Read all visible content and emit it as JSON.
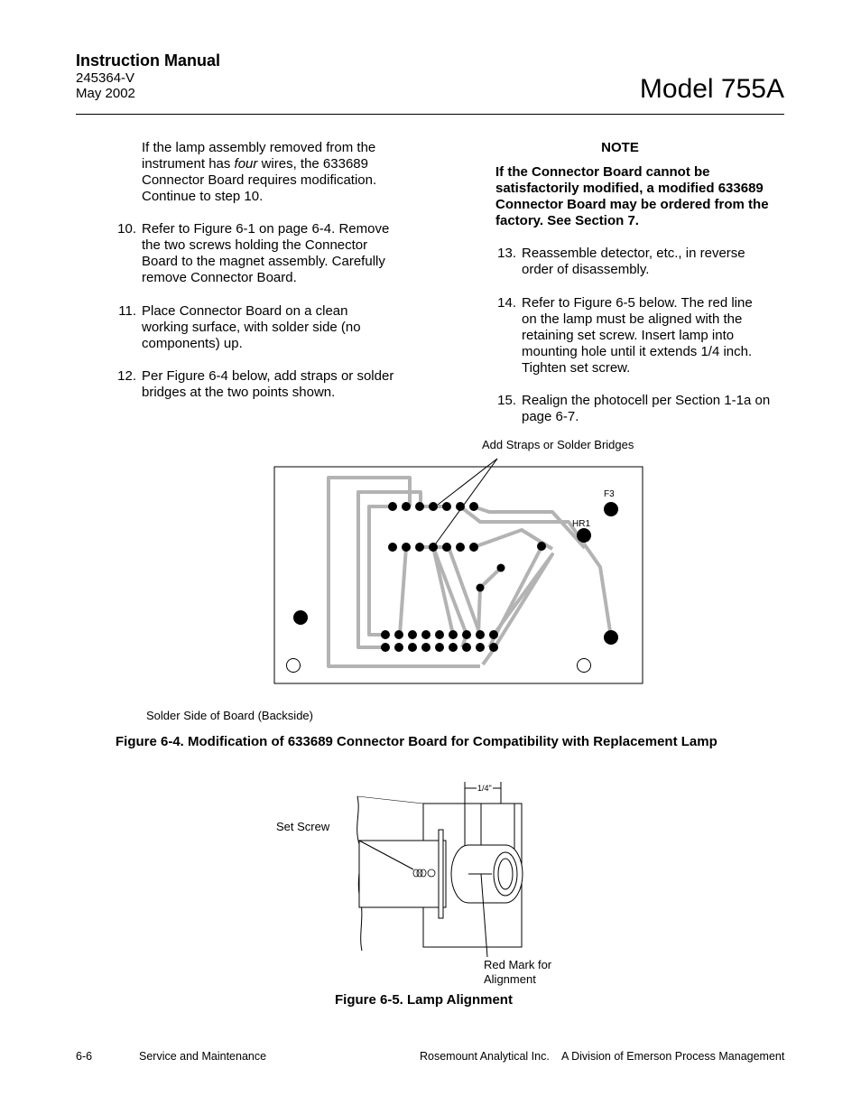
{
  "header": {
    "title": "Instruction Manual",
    "doc_number": "245364-V",
    "date": "May 2002",
    "model": "Model 755A"
  },
  "left_column": {
    "intro_lines": [
      "If the lamp assembly removed from the",
      "Connector Board requires modification.",
      "Continue to step 10."
    ],
    "intro_line1_pre": "instrument has ",
    "intro_line1_em": "four",
    "intro_line1_post": " wires, the 633689",
    "steps": [
      {
        "num": "10.",
        "lines": [
          "Refer to Figure 6-1 on page 6-4.  Remove",
          "the two screws holding the Connector",
          "Board to the magnet assembly.  Carefully",
          "remove Connector Board."
        ]
      },
      {
        "num": "11.",
        "lines": [
          "Place Connector Board on a clean",
          "working surface, with solder side (no",
          "components) up."
        ]
      },
      {
        "num": "12.",
        "lines": [
          "Per Figure 6-4 below, add straps or solder",
          "bridges at the two points shown."
        ]
      }
    ]
  },
  "right_column": {
    "note_title": "NOTE",
    "note_lines": [
      "If the Connector Board cannot be",
      "satisfactorily modified, a modified 633689",
      "Connector Board may be ordered from the",
      "factory.  See Section 7."
    ],
    "steps": [
      {
        "num": "13.",
        "lines": [
          "Reassemble detector, etc., in reverse",
          "order of disassembly."
        ]
      },
      {
        "num": "14.",
        "lines": [
          "Refer to Figure 6-5 below.  The red line",
          "on the lamp must be aligned with the",
          "retaining set screw.  Insert lamp into",
          "mounting hole until it extends 1/4 inch.",
          "Tighten set screw."
        ]
      },
      {
        "num": "15.",
        "lines": [
          "Realign the photocell per Section 1-1a on",
          "page 6-7."
        ]
      }
    ]
  },
  "figure_6_4": {
    "callout": "Add Straps or Solder Bridges",
    "label_f3": "F3",
    "label_hr1": "HR1",
    "board_side": "Solder Side of Board (Backside)",
    "caption": "Figure 6-4.  Modification of 633689 Connector Board for Compatibility with Replacement Lamp"
  },
  "figure_6_5": {
    "dimension": "1/4\"",
    "set_screw": "Set Screw",
    "red_mark_line1": "Red Mark for",
    "red_mark_line2": "Alignment",
    "caption": "Figure 6-5.  Lamp Alignment"
  },
  "footer": {
    "page": "6-6",
    "section": "Service and Maintenance",
    "company": "Rosemount Analytical Inc.",
    "division": "A Division of Emerson Process Management"
  }
}
